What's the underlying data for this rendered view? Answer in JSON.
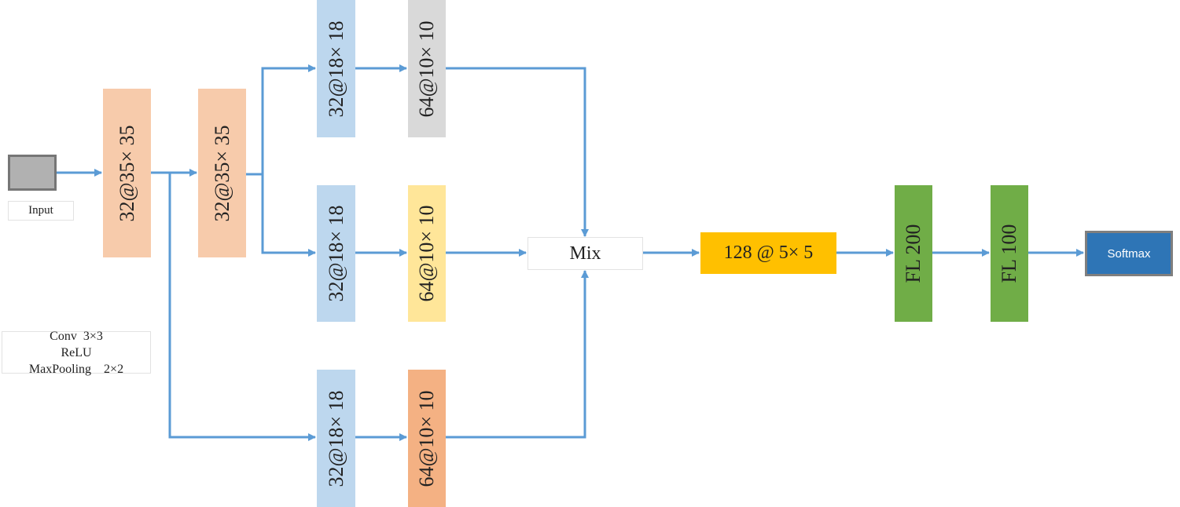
{
  "colors": {
    "wire": "#5b9bd5",
    "input_fill": "#b1b1b1",
    "input_border": "#767676",
    "conv1": "#f7cbab",
    "branch_blue": "#bdd7ee",
    "branch1_second": "#d9d9d9",
    "branch2_second": "#ffe699",
    "branch3_second": "#f4b183",
    "merge": "#ffc000",
    "fc": "#70ad47",
    "softmax_fill": "#2e75b6",
    "softmax_border": "#7f7f7f"
  },
  "input": {
    "label": "Input",
    "icon": "input-image-icon"
  },
  "conv1": {
    "label": "32@35× 35"
  },
  "conv2": {
    "label": "32@35× 35"
  },
  "branches": [
    {
      "first": "32@18× 18",
      "second": "64@10× 10"
    },
    {
      "first": "32@18× 18",
      "second": "64@10× 10"
    },
    {
      "first": "32@18× 18",
      "second": "64@10× 10"
    }
  ],
  "mix": {
    "label": "Mix"
  },
  "merged": {
    "label": "128 @ 5× 5"
  },
  "fc1": {
    "label": "FL 200"
  },
  "fc2": {
    "label": "FL 100"
  },
  "softmax": {
    "label": "Softmax"
  },
  "legend": {
    "line1": "Conv  3×3",
    "line2": "ReLU",
    "line3": "MaxPooling    2×2"
  }
}
